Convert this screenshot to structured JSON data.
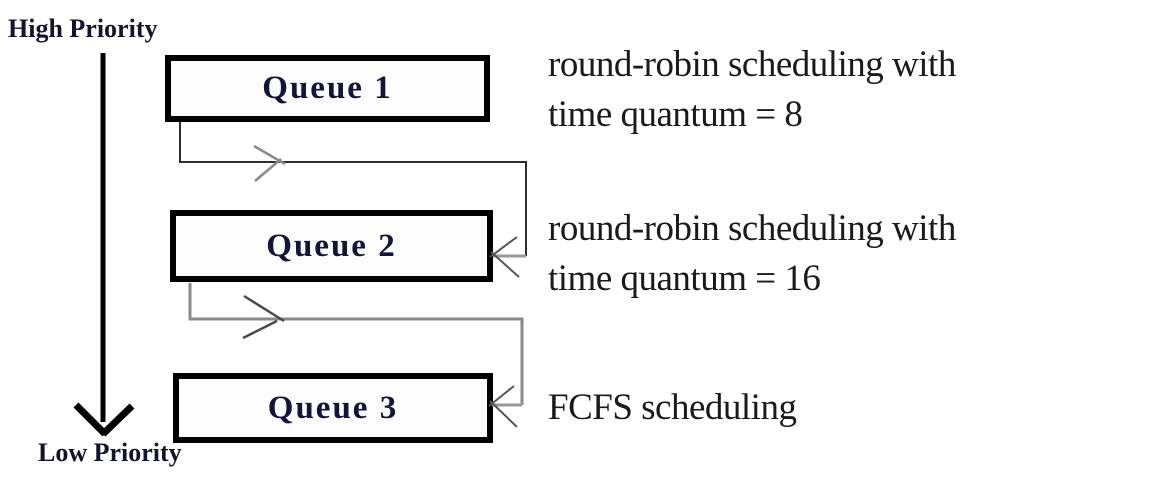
{
  "diagram": {
    "high_priority_label": "High Priority",
    "low_priority_label": "Low Priority",
    "queues": [
      {
        "label": "Queue 1",
        "annotation": {
          "line1": "round-robin scheduling with",
          "line2": "time quantum = 8"
        }
      },
      {
        "label": "Queue 2",
        "annotation": {
          "line1": "round-robin scheduling with",
          "line2": "time quantum = 16"
        }
      },
      {
        "label": "Queue 3",
        "annotation": {
          "line1": "FCFS scheduling",
          "line2": ""
        }
      }
    ],
    "colors": {
      "box_border": "#000000",
      "queue_label_text": "#13133b",
      "annotation_text": "#1a1a1a",
      "priority_arrow": "#000000",
      "connector_dark": "#2d2d2d",
      "connector_gray": "#8a8a8a",
      "arrowhead_gray": "#555555"
    }
  }
}
